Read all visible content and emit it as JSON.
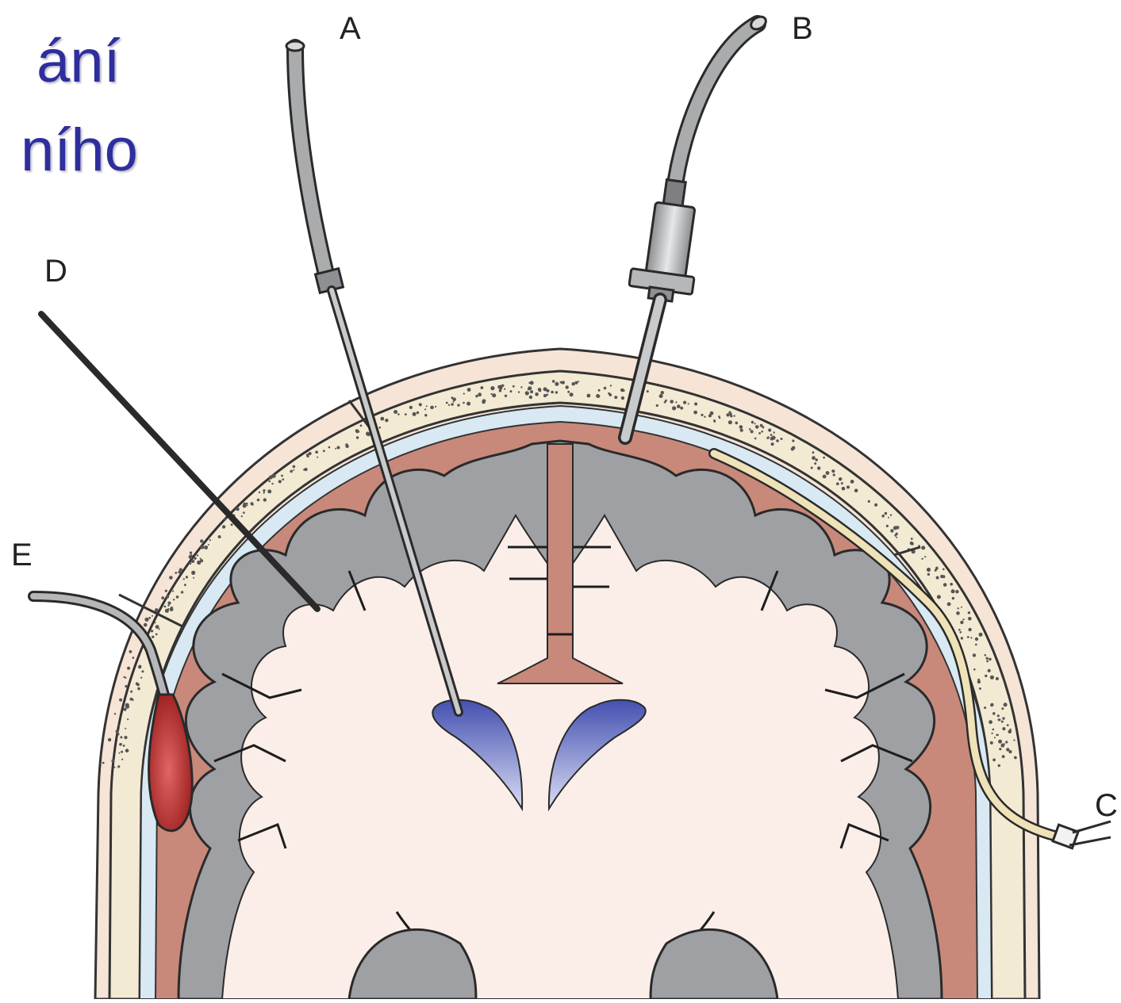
{
  "title": {
    "line1": "ání",
    "line2": "ního"
  },
  "labels": {
    "a": "A",
    "b": "B",
    "c": "C",
    "d": "D",
    "e": "E"
  },
  "colors": {
    "title_text": "#2e2e9c",
    "scalp": "#f6e4d6",
    "bone": "#f4ecd6",
    "csf": "#d9eaf4",
    "dura": "#c98a78",
    "cortex_gray": "#9d9fa3",
    "white_matter": "#fbeee8",
    "ventricle": "#4a56b4",
    "catheter_tan": "#efe2b8",
    "balloon": "#b72a2a",
    "probe_gray": "#a9abad"
  },
  "icons": {
    "a": "ventricular-catheter",
    "b": "intraparenchymal-probe",
    "c": "subdural-catheter",
    "d": "fiberoptic-wire",
    "e": "epidural-balloon-sensor"
  }
}
